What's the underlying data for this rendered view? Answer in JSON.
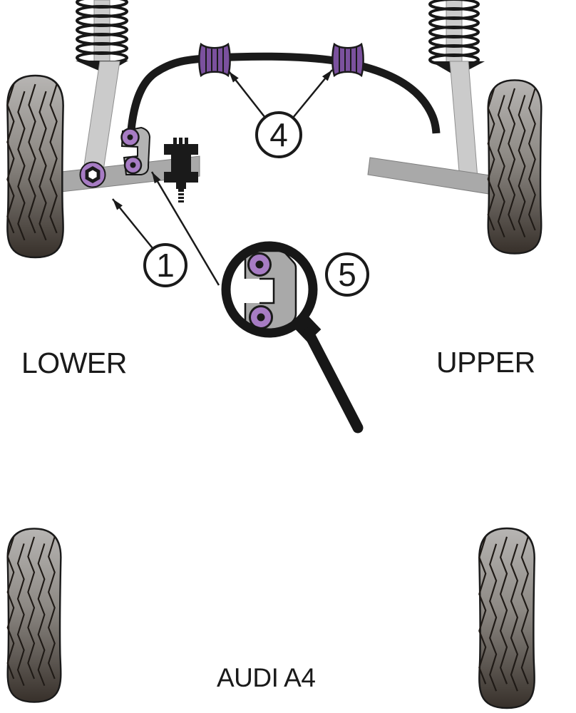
{
  "diagram": {
    "vehicle_label": "AUDI A4",
    "left_label": "LOWER",
    "right_label": "UPPER",
    "callouts": [
      {
        "number": "1"
      },
      {
        "number": "4"
      },
      {
        "number": "5"
      }
    ]
  },
  "colors": {
    "background": "#ffffff",
    "outline_black": "#1a1a1a",
    "bushing_purple": "#a77cc4",
    "bar_bushing_purple": "#7b519e",
    "metal_gray": "#a9a9a9",
    "link_gray": "#b3b3b3",
    "strut_gray": "#cbcbcb",
    "tire_light": "#b7b5b3",
    "tire_mid": "#8d8984",
    "tire_dark": "#37302a"
  }
}
